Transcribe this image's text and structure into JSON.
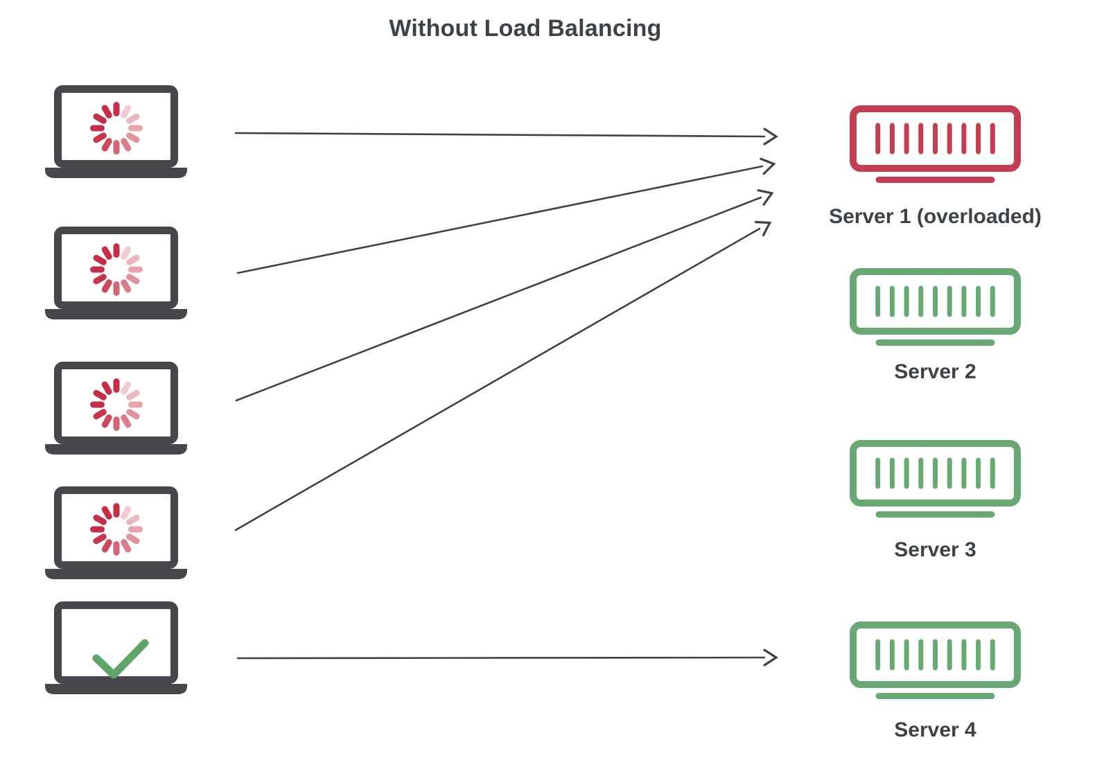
{
  "title": "Without Load Balancing",
  "colors": {
    "laptop": "#45474a",
    "arrow": "#3f4245",
    "text": "#3d4246",
    "red": "#c43d52",
    "green": "#68a873",
    "spinner": "#c42f47",
    "check": "#5fa468"
  },
  "clients": [
    {
      "name": "client-1",
      "status": "loading"
    },
    {
      "name": "client-2",
      "status": "loading"
    },
    {
      "name": "client-3",
      "status": "loading"
    },
    {
      "name": "client-4",
      "status": "loading"
    },
    {
      "name": "client-5",
      "status": "done"
    }
  ],
  "servers": [
    {
      "label": "Server 1 (overloaded)",
      "status": "overloaded"
    },
    {
      "label": "Server 2",
      "status": "healthy"
    },
    {
      "label": "Server 3",
      "status": "healthy"
    },
    {
      "label": "Server 4",
      "status": "healthy"
    }
  ],
  "connections": [
    {
      "from_client": 1,
      "to_server": 1
    },
    {
      "from_client": 2,
      "to_server": 1
    },
    {
      "from_client": 3,
      "to_server": 1
    },
    {
      "from_client": 4,
      "to_server": 1
    },
    {
      "from_client": 5,
      "to_server": 4
    }
  ]
}
